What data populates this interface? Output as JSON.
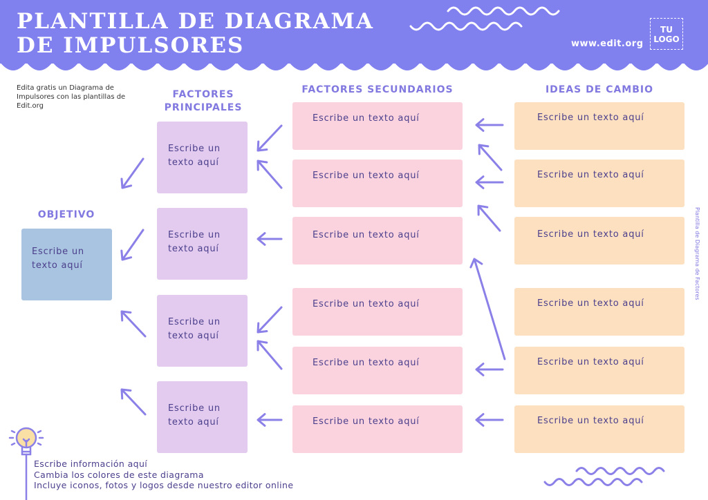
{
  "header": {
    "title_line1": "PLANTILLA DE DIAGRAMA",
    "title_line2": "DE IMPULSORES",
    "url": "www.edit.org",
    "logo_line1": "TU",
    "logo_line2": "LOGO"
  },
  "intro": "Edita gratis un Diagrama de Impulsores con las plantillas de Edit.org",
  "columns": {
    "objective": "OBJETIVO",
    "primary": "FACTORES PRINCIPALES",
    "secondary": "FACTORES SECUNDARIOS",
    "ideas": "IDEAS DE CAMBIO"
  },
  "objective_box": "Escribe un texto aquí",
  "primary": [
    "Escribe un texto aquí",
    "Escribe un texto aquí",
    "Escribe un texto aquí",
    "Escribe un texto aquí"
  ],
  "secondary": [
    "Escribe un texto aquí",
    "Escribe un texto aquí",
    "Escribe un texto aquí",
    "Escribe un texto aquí",
    "Escribe un texto aquí",
    "Escribe un texto aquí"
  ],
  "ideas": [
    "Escribe un texto aquí",
    "Escribe un texto aquí",
    "Escribe un texto aquí",
    "Escribe un texto aquí",
    "Escribe un texto aquí",
    "Escribe un texto aquí"
  ],
  "side_text": "Plantilla de Diagrama de Factores",
  "tips": [
    "Escribe información aquí",
    "Cambia los colores de este diagrama",
    "Incluye iconos, fotos y logos desde nuestro editor online"
  ],
  "colors": {
    "header": "#8180ef",
    "arrow": "#8b80e8",
    "primary": "#e3cbef",
    "secondary": "#fbd3df",
    "ideas": "#fde0c0",
    "objective": "#a9c4e0"
  }
}
